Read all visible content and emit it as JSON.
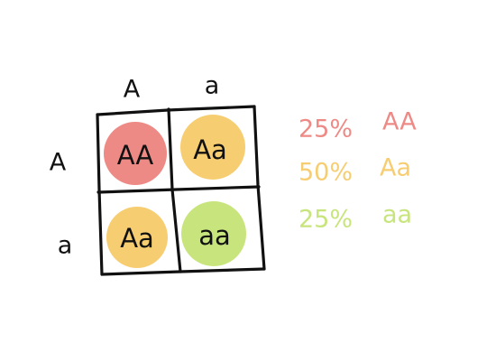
{
  "colors": {
    "homozygous_dominant": "#ee8a86",
    "heterozygous": "#f7cd71",
    "homozygous_recessive": "#c8e57d",
    "ink": "#111111",
    "background": "#ffffff"
  },
  "punnett": {
    "top_alleles": [
      "A",
      "a"
    ],
    "side_alleles": [
      "A",
      "a"
    ],
    "cells": [
      {
        "genotype": "AA",
        "color": "#ee8a86"
      },
      {
        "genotype": "Aa",
        "color": "#f7cd71"
      },
      {
        "genotype": "Aa",
        "color": "#f7cd71"
      },
      {
        "genotype": "aa",
        "color": "#c8e57d"
      }
    ]
  },
  "legend": [
    {
      "percent": "25%",
      "genotype": "AA",
      "color": "#ee8a86"
    },
    {
      "percent": "50%",
      "genotype": "Aa",
      "color": "#f7cd71"
    },
    {
      "percent": "25%",
      "genotype": "aa",
      "color": "#c8e57d"
    }
  ]
}
